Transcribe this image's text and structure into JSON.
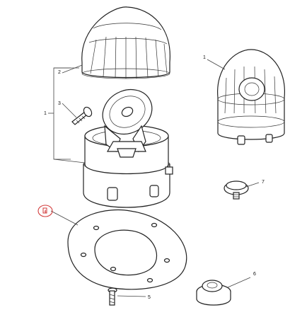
{
  "callouts": {
    "assembly_left": "1",
    "dome": "2",
    "screw_top": "3",
    "assembly_right": "1",
    "screw_bottom": "5",
    "grommet": "6",
    "plug": "7",
    "highlight_marker": "4"
  },
  "colors": {
    "line": "#222222",
    "highlight": "#d23a3a"
  }
}
